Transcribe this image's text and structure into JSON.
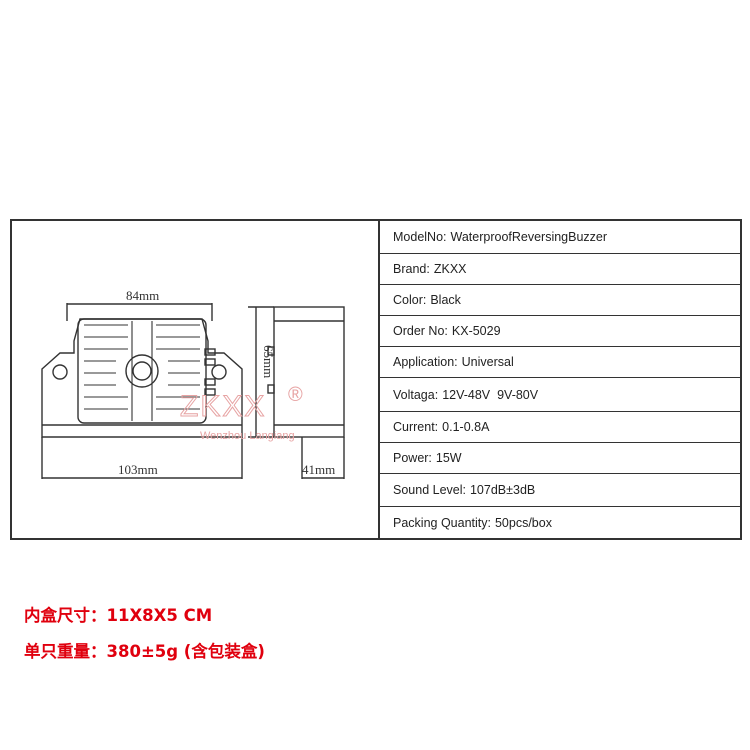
{
  "drawing": {
    "dim_width_top": "84mm",
    "dim_width_bottom": "103mm",
    "dim_height": "65mm",
    "dim_depth": "41mm",
    "watermark_brand": "ZKXX",
    "watermark_mark": "®",
    "watermark_sub": "Wenzhou Langiang"
  },
  "specs": [
    {
      "label": "ModelNo:",
      "value": "WaterproofReversingBuzzer"
    },
    {
      "label": "Brand:",
      "value": "ZKXX"
    },
    {
      "label": "Color:",
      "value": "Black"
    },
    {
      "label": "Order No:",
      "value": "KX-5029"
    },
    {
      "label": "Application:",
      "value": "Universal"
    },
    {
      "label": "Voltaga:",
      "value": "12V-48V  9V-80V"
    },
    {
      "label": "Current:",
      "value": "0.1-0.8A"
    },
    {
      "label": "Power:",
      "value": "15W"
    },
    {
      "label": "Sound Level:",
      "value": "107dB±3dB"
    },
    {
      "label": "Packing Quantity:",
      "value": "50pcs/box"
    }
  ],
  "packing_info": {
    "inner_box_label": "内盒尺寸：",
    "inner_box_value": "11X8X5 CM",
    "unit_weight_label": "单只重量：",
    "unit_weight_value": "380±5g (含包装盒)"
  },
  "colors": {
    "accent_red": "#e0000e",
    "line": "#333333",
    "watermark": "#e7a3a3"
  }
}
